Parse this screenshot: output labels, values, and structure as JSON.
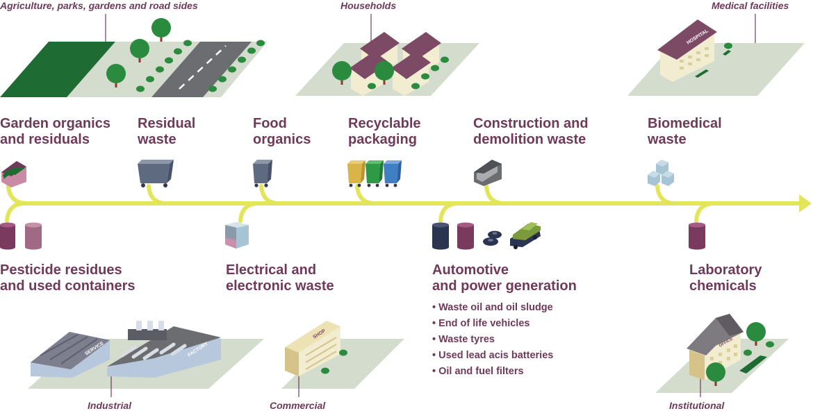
{
  "sources": {
    "agriculture": "Agriculture, parks, gardens and road sides",
    "households": "Households",
    "medical": "Medical facilities",
    "industrial": "Industrial",
    "commercial": "Commercial",
    "institutional": "Institutional"
  },
  "building_signs": {
    "hospital": "HOSPITAL",
    "service": "SERVICE",
    "factory": "FACTORY",
    "shop": "SHOP",
    "institution": "OFFICE"
  },
  "categories_top": [
    {
      "line1": "Garden organics",
      "line2": "and residuals"
    },
    {
      "line1": "Residual",
      "line2": "waste"
    },
    {
      "line1": "Food",
      "line2": "organics"
    },
    {
      "line1": "Recyclable",
      "line2": "packaging"
    },
    {
      "line1": "Construction and",
      "line2": "demolition waste"
    },
    {
      "line1": "Biomedical",
      "line2": "waste"
    }
  ],
  "categories_bottom": [
    {
      "line1": "Pesticide residues",
      "line2": "and used containers"
    },
    {
      "line1": "Electrical and",
      "line2": "electronic waste"
    },
    {
      "line1": "Automotive",
      "line2": "and power generation"
    },
    {
      "line1": "Laboratory",
      "line2": "chemicals"
    }
  ],
  "automotive_items": [
    "Waste oil and oil sludge",
    "End of life vehicles",
    "Waste tyres",
    "Used lead acis batteries",
    "Oil and fuel filters"
  ],
  "colors": {
    "timeline": "#e2e459",
    "text": "#6f3a5a",
    "ground": "#d3dccd",
    "dark_green": "#1f6b34",
    "tree_green": "#2a8a3d",
    "road": "#6b6d70",
    "bin_grey": "#5d6a80",
    "bin_yellow": "#d9b447",
    "bin_green": "#2f9a45",
    "bin_blue": "#3f7fc4",
    "barrel_plum": "#7a3a5e",
    "barrel_navy": "#2c3550",
    "building_cream": "#f2ecd0",
    "roof_plum": "#7d4a66",
    "crate_blue": "#a6c4d4"
  },
  "icons": [
    "tree-icon",
    "bush-icon",
    "bin-icon",
    "barrel-icon",
    "tyre-icon",
    "car-icon",
    "skip-icon",
    "box-icon",
    "house-icon",
    "hospital-icon",
    "factory-icon",
    "shop-icon"
  ]
}
